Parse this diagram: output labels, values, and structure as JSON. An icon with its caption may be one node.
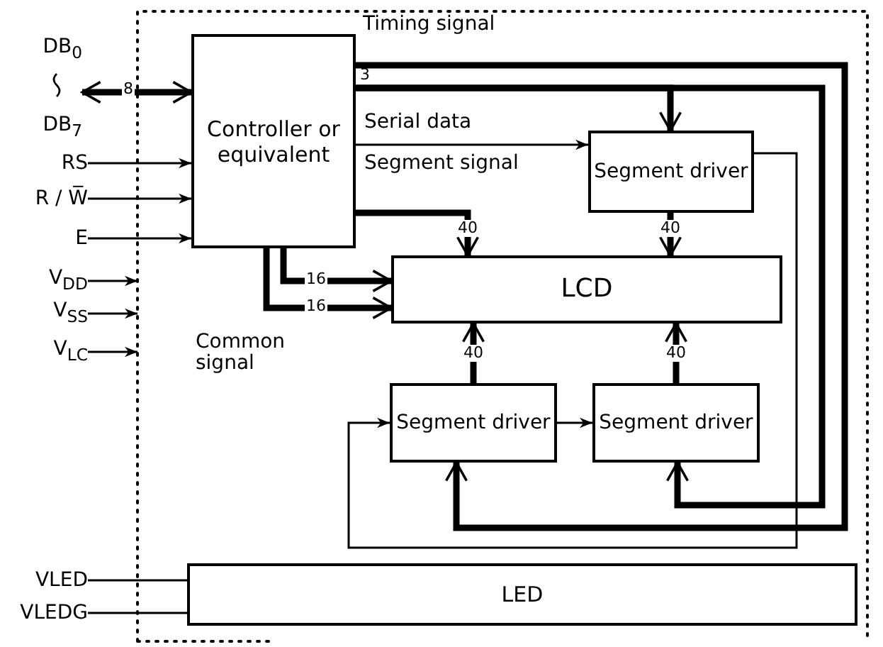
{
  "diagram": {
    "nodes": [
      {
        "text": [
          "Controller or equivalent"
        ]
      },
      {
        "text": [
          "Segment driver"
        ]
      },
      {
        "text": [
          "LCD"
        ]
      },
      {
        "text": [
          "Segment driver"
        ]
      },
      {
        "text": [
          "Segment driver"
        ]
      },
      {
        "text": [
          "LED"
        ]
      },
      {
        "text": [
          "DB$_{0}$",
          "DB$_{7}$"
        ]
      },
      {
        "text": [
          "RS"
        ]
      },
      {
        "text": [
          "R / W̅"
        ]
      },
      {
        "text": [
          "E"
        ]
      },
      {
        "text": [
          "V$_{DD}$"
        ]
      },
      {
        "text": [
          "V$_{SS}$"
        ]
      },
      {
        "text": [
          "V$_{LC}$"
        ]
      },
      {
        "text": [
          "VLED"
        ]
      },
      {
        "text": [
          "VLEDG"
        ]
      }
    ],
    "edges": [
      {
        "from": 6,
        "to": 0,
        "arrow": "both",
        "style": "thick",
        "label": "8"
      },
      {
        "from": 7,
        "to": 0,
        "arrow": "to"
      },
      {
        "from": 8,
        "to": 0,
        "arrow": "to"
      },
      {
        "from": 9,
        "to": 0,
        "arrow": "to"
      },
      {
        "from": 10,
        "to": null,
        "arrow": "to"
      },
      {
        "from": 11,
        "to": null,
        "arrow": "to"
      },
      {
        "from": 12,
        "to": null,
        "arrow": "to"
      },
      {
        "from": 0,
        "to": 1,
        "arrow": "to",
        "style": "thick",
        "label": "Timing signal"
      },
      {
        "from": 0,
        "to": 3,
        "arrow": "to",
        "style": "thick"
      },
      {
        "from": 0,
        "to": 4,
        "arrow": "to",
        "style": "thick"
      },
      {
        "from": 0,
        "to": 1,
        "arrow": "to",
        "label": "Serial data"
      },
      {
        "from": 0,
        "to": 2,
        "arrow": "to",
        "style": "thick",
        "label": "40"
      },
      {
        "from": 1,
        "to": 2,
        "arrow": "to",
        "style": "thick",
        "label": "40"
      },
      {
        "from": 0,
        "to": 2,
        "arrow": "to",
        "style": "thick",
        "label": "16"
      },
      {
        "from": 0,
        "to": 2,
        "arrow": "to",
        "style": "thick",
        "label": "16"
      },
      {
        "from": 3,
        "to": 2,
        "arrow": "to",
        "style": "thick",
        "label": "40"
      },
      {
        "from": 4,
        "to": 2,
        "arrow": "to",
        "style": "thick",
        "label": "40"
      },
      {
        "from": 3,
        "to": 4,
        "arrow": "to"
      },
      {
        "from": 1,
        "to": 3,
        "arrow": "to"
      },
      {
        "from": 13,
        "to": 5,
        "arrow": "none"
      },
      {
        "from": 14,
        "to": 5,
        "arrow": "none"
      }
    ],
    "labels": [
      "3",
      "Segment signal",
      "Common signal"
    ]
  }
}
